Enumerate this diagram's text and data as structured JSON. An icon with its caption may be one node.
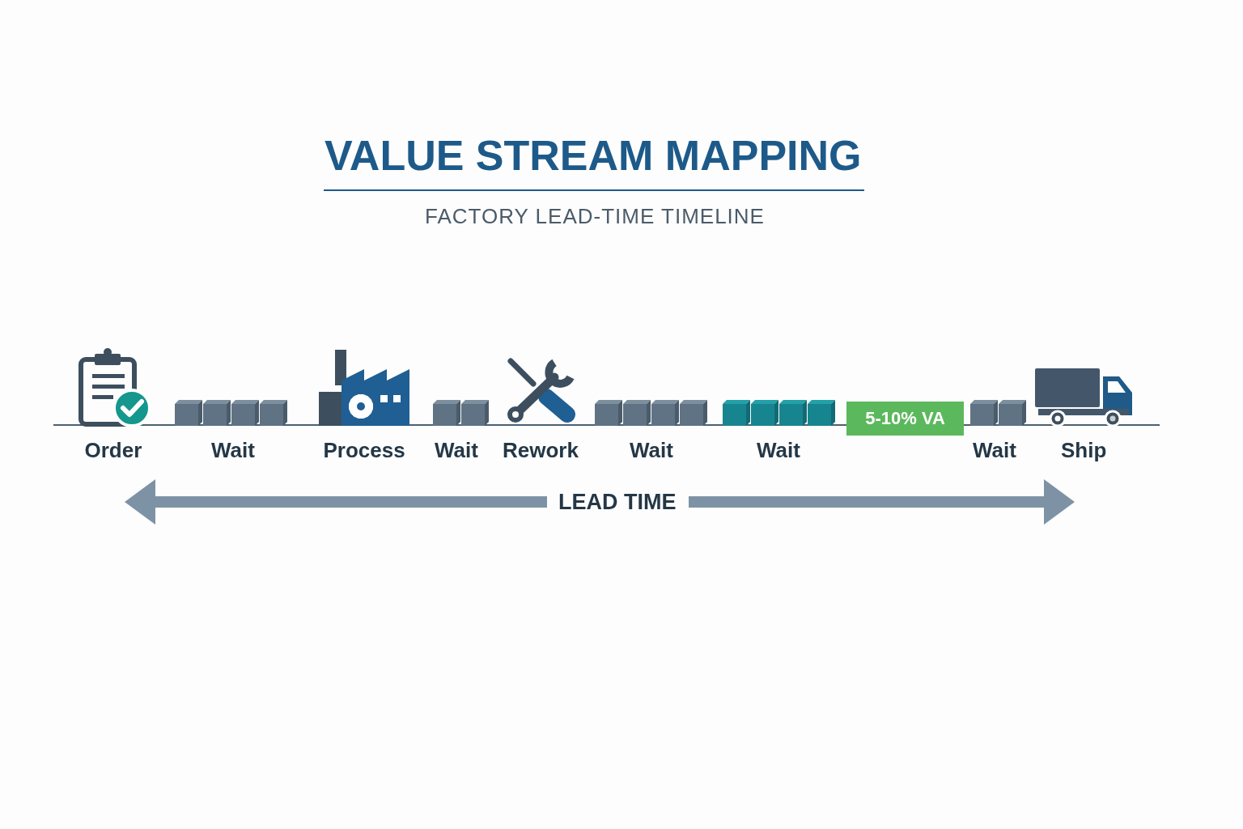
{
  "diagram": {
    "title": "VALUE STREAM MAPPING",
    "nodes": [
      {
        "text": [
          "5-10% VA"
        ]
      }
    ],
    "edges": [],
    "labels": [
      "FACTORY LEAD-TIME TIMELINE",
      "Order",
      "Wait",
      "Process",
      "Wait",
      "Rework",
      "Wait",
      "Wait",
      "Wait",
      "Ship",
      "LEAD TIME"
    ]
  }
}
